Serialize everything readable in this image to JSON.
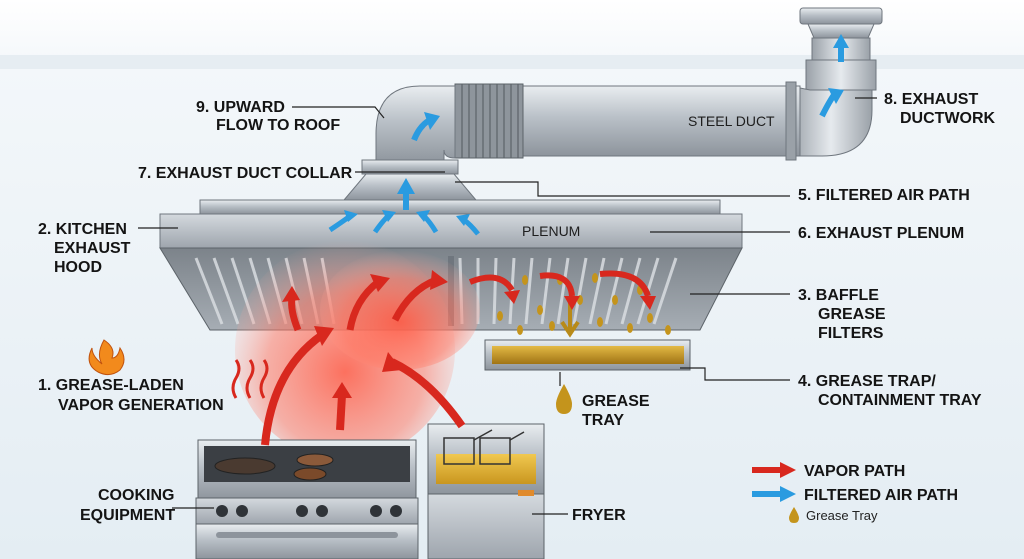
{
  "labels": {
    "upward_flow": [
      "9. UPWARD",
      "FLOW TO ROOF"
    ],
    "exhaust_ductwork": [
      "8. EXHAUST",
      "DUCTWORK"
    ],
    "duct_collar": "7. EXHAUST DUCT COLLAR",
    "filtered_air_path": "5. FILTERED AIR PATH",
    "kitchen_hood": [
      "2. KITCHEN",
      "EXHAUST",
      "HOOD"
    ],
    "exhaust_plenum": "6. EXHAUST PLENUM",
    "baffle_filters": [
      "3. BAFFLE",
      "GREASE",
      "FILTERS"
    ],
    "vapor_generation": [
      "1. GREASE-LADEN",
      "VAPOR GENERATION"
    ],
    "grease_trap": [
      "4. GREASE TRAP/",
      "CONTAINMENT TRAY"
    ],
    "grease_tray": [
      "GREASE",
      "TRAY"
    ],
    "cooking_equipment": [
      "COOKING",
      "EQUIPMENT"
    ],
    "fryer": "FRYER"
  },
  "inner_text": {
    "steel_duct": "STEEL DUCT",
    "plenum": "PLENUM"
  },
  "legend": {
    "vapor_path": "VAPOR PATH",
    "filtered_air_path": "FILTERED AIR PATH",
    "grease_tray": "Grease Tray"
  },
  "colors": {
    "vapor_red": "#d8281e",
    "filtered_blue": "#2a9be0",
    "grease_amber": "#c4941c",
    "steel": "#b8bec5",
    "steel_dark": "#6f767e"
  },
  "icons": [
    "flame-icon",
    "heat-waves-icon",
    "grease-drop-icon"
  ]
}
